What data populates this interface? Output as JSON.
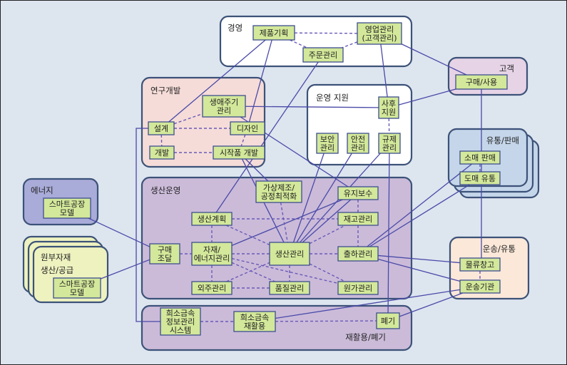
{
  "diagram": {
    "colors": {
      "background": "#dde5ef",
      "node_fill": "#d3e89a",
      "node_border": "#3e4f8e",
      "group_border": "#3c5278",
      "edge": "#4a4aa8"
    },
    "groups": [
      {
        "id": "management",
        "label": "경영",
        "fill": "#ffffff"
      },
      {
        "id": "rnd",
        "label": "연구개발",
        "fill": "#f5dcd8"
      },
      {
        "id": "ops_support",
        "label": "운영 지원",
        "fill": "#ffffff"
      },
      {
        "id": "customer",
        "label": "고객",
        "fill": "#e6d3e6"
      },
      {
        "id": "distribution",
        "label": "유통/판매",
        "fill": "#c5d6ea"
      },
      {
        "id": "energy",
        "label": "에너지",
        "fill": "#a9abd8"
      },
      {
        "id": "raw_materials",
        "label": "원부자재\n생산/공급",
        "fill": "#eef2bf"
      },
      {
        "id": "production",
        "label": "생산운영",
        "fill": "#cbbbd9"
      },
      {
        "id": "logistics",
        "label": "운송/유통",
        "fill": "#fbe8d9"
      },
      {
        "id": "recycling",
        "label": "재활용/폐기",
        "fill": "#cbbbd9"
      }
    ],
    "nodes": [
      {
        "id": "product_planning",
        "label": "제품기획",
        "group": "management"
      },
      {
        "id": "sales_mgmt",
        "label": "영업관리\n(고객관리)",
        "group": "management"
      },
      {
        "id": "order_mgmt",
        "label": "주문관리",
        "group": "management"
      },
      {
        "id": "lifecycle_mgmt",
        "label": "생애주기\n관리",
        "group": "rnd"
      },
      {
        "id": "design_eng",
        "label": "설계",
        "group": "rnd"
      },
      {
        "id": "design",
        "label": "디자인",
        "group": "rnd"
      },
      {
        "id": "development",
        "label": "개발",
        "group": "rnd"
      },
      {
        "id": "prototype_dev",
        "label": "시작품 개발",
        "group": "rnd"
      },
      {
        "id": "after_service",
        "label": "사후\n지원",
        "group": "ops_support"
      },
      {
        "id": "security_mgmt",
        "label": "보안\n관리",
        "group": "ops_support"
      },
      {
        "id": "safety_mgmt",
        "label": "안전\n관리",
        "group": "ops_support"
      },
      {
        "id": "regulation_mgmt",
        "label": "규제\n관리",
        "group": "ops_support"
      },
      {
        "id": "purchase_use",
        "label": "구매/사용",
        "group": "customer"
      },
      {
        "id": "retail",
        "label": "소매 판매",
        "group": "distribution"
      },
      {
        "id": "wholesale",
        "label": "도매 유통",
        "group": "distribution"
      },
      {
        "id": "energy_model",
        "label": "스마트공장\n모델",
        "group": "energy"
      },
      {
        "id": "raw_model",
        "label": "스마트공장\n모델",
        "group": "raw_materials"
      },
      {
        "id": "virtual_mfg",
        "label": "가상제조/\n공정최적화",
        "group": "production"
      },
      {
        "id": "maintenance",
        "label": "유지보수",
        "group": "production"
      },
      {
        "id": "prod_planning",
        "label": "생산계획",
        "group": "production"
      },
      {
        "id": "inventory",
        "label": "재고관리",
        "group": "production"
      },
      {
        "id": "procurement",
        "label": "구매\n조달",
        "group": "production"
      },
      {
        "id": "material_energy",
        "label": "자재/\n에너지관리",
        "group": "production"
      },
      {
        "id": "prod_mgmt",
        "label": "생산관리",
        "group": "production"
      },
      {
        "id": "shipping",
        "label": "출하관리",
        "group": "production"
      },
      {
        "id": "outsourcing",
        "label": "외주관리",
        "group": "production"
      },
      {
        "id": "quality",
        "label": "품질관리",
        "group": "production"
      },
      {
        "id": "cost",
        "label": "원가관리",
        "group": "production"
      },
      {
        "id": "warehouse",
        "label": "물류창고",
        "group": "logistics"
      },
      {
        "id": "carrier",
        "label": "운송기관",
        "group": "logistics"
      },
      {
        "id": "rare_metal_info",
        "label": "희소금속\n정보관리\n시스템",
        "group": "recycling"
      },
      {
        "id": "rare_metal_reuse",
        "label": "희소금속\n재활용",
        "group": "recycling"
      },
      {
        "id": "disposal",
        "label": "폐기",
        "group": "recycling"
      }
    ],
    "edges": [
      {
        "from": "product_planning",
        "to": "sales_mgmt",
        "style": "dashed"
      },
      {
        "from": "product_planning",
        "to": "order_mgmt",
        "style": "dashed"
      },
      {
        "from": "sales_mgmt",
        "to": "order_mgmt",
        "style": "dashed"
      },
      {
        "from": "product_planning",
        "to": "design_eng",
        "style": "solid"
      },
      {
        "from": "product_planning",
        "to": "design",
        "style": "solid"
      },
      {
        "from": "order_mgmt",
        "to": "prod_planning",
        "style": "solid"
      },
      {
        "from": "sales_mgmt",
        "to": "after_service",
        "style": "solid"
      },
      {
        "from": "sales_mgmt",
        "to": "purchase_use",
        "style": "solid"
      },
      {
        "from": "after_service",
        "to": "purchase_use",
        "style": "solid"
      },
      {
        "from": "lifecycle_mgmt",
        "to": "after_service",
        "style": "solid"
      },
      {
        "from": "lifecycle_mgmt",
        "to": "maintenance",
        "style": "solid"
      },
      {
        "from": "after_service",
        "to": "regulation_mgmt",
        "style": "dashed"
      },
      {
        "from": "design_eng",
        "to": "lifecycle_mgmt",
        "style": "dashed"
      },
      {
        "from": "design_eng",
        "to": "design",
        "style": "dashed"
      },
      {
        "from": "design_eng",
        "to": "development",
        "style": "dashed"
      },
      {
        "from": "development",
        "to": "prototype_dev",
        "style": "dashed"
      },
      {
        "from": "design",
        "to": "prototype_dev",
        "style": "dashed"
      },
      {
        "from": "prototype_dev",
        "to": "prod_mgmt",
        "style": "solid"
      },
      {
        "from": "prototype_dev",
        "to": "virtual_mfg",
        "style": "solid"
      },
      {
        "from": "design_eng",
        "to": "rare_metal_info",
        "style": "solid"
      },
      {
        "from": "security_mgmt",
        "to": "prod_mgmt",
        "style": "solid"
      },
      {
        "from": "safety_mgmt",
        "to": "prod_mgmt",
        "style": "solid"
      },
      {
        "from": "regulation_mgmt",
        "to": "prod_mgmt",
        "style": "solid"
      },
      {
        "from": "regulation_mgmt",
        "to": "disposal",
        "style": "solid"
      },
      {
        "from": "purchase_use",
        "to": "warehouse",
        "style": "solid"
      },
      {
        "from": "retail",
        "to": "wholesale",
        "style": "dashed"
      },
      {
        "from": "shipping",
        "to": "retail",
        "style": "solid"
      },
      {
        "from": "shipping",
        "to": "wholesale",
        "style": "solid"
      },
      {
        "from": "shipping",
        "to": "warehouse",
        "style": "solid"
      },
      {
        "from": "shipping",
        "to": "carrier",
        "style": "solid"
      },
      {
        "from": "warehouse",
        "to": "carrier",
        "style": "dashed"
      },
      {
        "from": "energy_model",
        "to": "procurement",
        "style": "solid"
      },
      {
        "from": "raw_model",
        "to": "procurement",
        "style": "solid"
      },
      {
        "from": "procurement",
        "to": "material_energy",
        "style": "dashed"
      },
      {
        "from": "material_energy",
        "to": "prod_mgmt",
        "style": "dashed"
      },
      {
        "from": "prod_mgmt",
        "to": "shipping",
        "style": "dashed"
      },
      {
        "from": "prod_planning",
        "to": "inventory",
        "style": "dashed"
      },
      {
        "from": "prod_planning",
        "to": "material_energy",
        "style": "dashed"
      },
      {
        "from": "prod_planning",
        "to": "prod_mgmt",
        "style": "dashed"
      },
      {
        "from": "material_energy",
        "to": "outsourcing",
        "style": "dashed"
      },
      {
        "from": "material_energy",
        "to": "quality",
        "style": "dashed"
      },
      {
        "from": "material_energy",
        "to": "cost",
        "style": "dashed"
      },
      {
        "from": "material_energy",
        "to": "maintenance",
        "style": "solid"
      },
      {
        "from": "outsourcing",
        "to": "quality",
        "style": "dashed"
      },
      {
        "from": "outsourcing",
        "to": "prod_mgmt",
        "style": "dashed"
      },
      {
        "from": "prod_mgmt",
        "to": "quality",
        "style": "dashed"
      },
      {
        "from": "prod_mgmt",
        "to": "cost",
        "style": "dashed"
      },
      {
        "from": "prod_mgmt",
        "to": "inventory",
        "style": "dashed"
      },
      {
        "from": "prod_mgmt",
        "to": "maintenance",
        "style": "solid"
      },
      {
        "from": "virtual_mfg",
        "to": "prod_mgmt",
        "style": "dashed"
      },
      {
        "from": "maintenance",
        "to": "inventory",
        "style": "dashed"
      },
      {
        "from": "inventory",
        "to": "shipping",
        "style": "dashed"
      },
      {
        "from": "rare_metal_info",
        "to": "rare_metal_reuse",
        "style": "dashed"
      },
      {
        "from": "rare_metal_reuse",
        "to": "disposal",
        "style": "dashed"
      },
      {
        "from": "rare_metal_reuse",
        "to": "carrier",
        "style": "solid"
      },
      {
        "from": "disposal",
        "to": "carrier",
        "style": "solid"
      }
    ]
  }
}
